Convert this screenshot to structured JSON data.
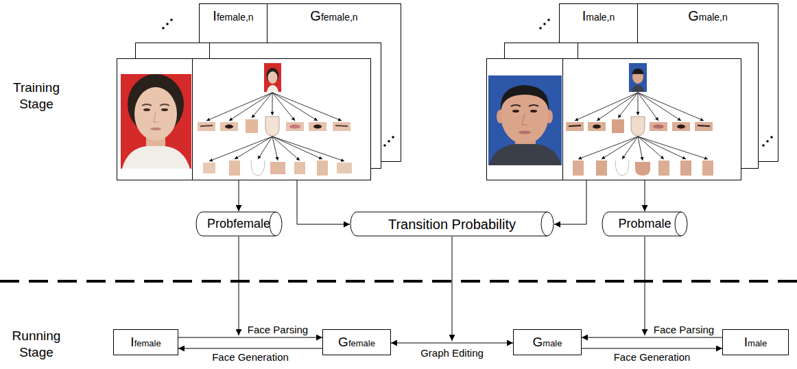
{
  "diagram": {
    "nodes": [
      {
        "text": [
          "Ifemale,n"
        ]
      },
      {
        "text": [
          "Gfemale,n"
        ]
      },
      {
        "text": [
          "Imale,n"
        ]
      },
      {
        "text": [
          "Gmale,n"
        ]
      },
      {
        "text": [
          "Probfemale"
        ]
      },
      {
        "text": [
          "Transition Probability"
        ]
      },
      {
        "text": [
          "Probmale"
        ]
      },
      {
        "text": [
          "Ifemale"
        ]
      },
      {
        "text": [
          "Gfemale"
        ]
      },
      {
        "text": [
          "Gmale"
        ]
      },
      {
        "text": [
          "Imale"
        ]
      }
    ],
    "edges": [
      {
        "from": 7,
        "to": 8,
        "label": "Face Parsing",
        "arrow": "to"
      },
      {
        "from": 8,
        "to": 7,
        "label": "Face Generation",
        "arrow": "to"
      },
      {
        "from": 8,
        "to": 9,
        "label": "Graph Editing",
        "arrow": "both"
      },
      {
        "from": 10,
        "to": 9,
        "label": "Face Parsing",
        "arrow": "to"
      },
      {
        "from": 9,
        "to": 10,
        "label": "Face Generation",
        "arrow": "to"
      }
    ],
    "labels": [
      "Training Stage",
      "Running Stage"
    ]
  }
}
